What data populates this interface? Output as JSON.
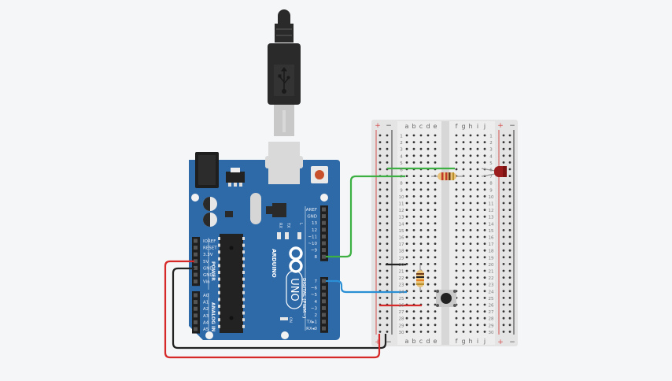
{
  "colors": {
    "background": "#f5f6f7",
    "board": "#2f6aa8",
    "board_dark": "#1f4f86",
    "breadboard": "#e6e6e6",
    "wire_green": "#3cb043",
    "wire_blue": "#2b8fd6",
    "wire_red": "#d62828",
    "wire_black": "#222222",
    "led_red": "#9b1c1c"
  },
  "arduino": {
    "brand": "ARDUINO",
    "model": "UNO",
    "power_header_title": "POWER",
    "analog_header_title": "ANALOG IN",
    "digital_header_title": "DIGITAL (PWM~)",
    "power_pins": [
      "IOREF",
      "RESET",
      "3.3V",
      "5V",
      "GND",
      "GND",
      "Vin"
    ],
    "analog_pins": [
      "A0",
      "A1",
      "A2",
      "A3",
      "A4",
      "A5"
    ],
    "digital_top_pins": [
      "AREF",
      "GND",
      "13",
      "12",
      "~11",
      "~10",
      "~9",
      "8"
    ],
    "digital_bottom_pins": [
      "7",
      "~6",
      "~5",
      "4",
      "~3",
      "2",
      "TX▸1",
      "RX◂0"
    ],
    "led_labels": [
      "RX",
      "TX",
      "L"
    ],
    "on_label": "ON"
  },
  "breadboard": {
    "columns_left": [
      "a",
      "b",
      "c",
      "d",
      "e"
    ],
    "columns_right": [
      "f",
      "g",
      "h",
      "i",
      "j"
    ],
    "rows": 30,
    "rail_plus": "+",
    "rail_minus": "−"
  },
  "components": {
    "usb_icon": "usb-icon",
    "resistor_1": "resistor",
    "resistor_2": "resistor",
    "led": "led-red",
    "pushbutton": "pushbutton"
  }
}
